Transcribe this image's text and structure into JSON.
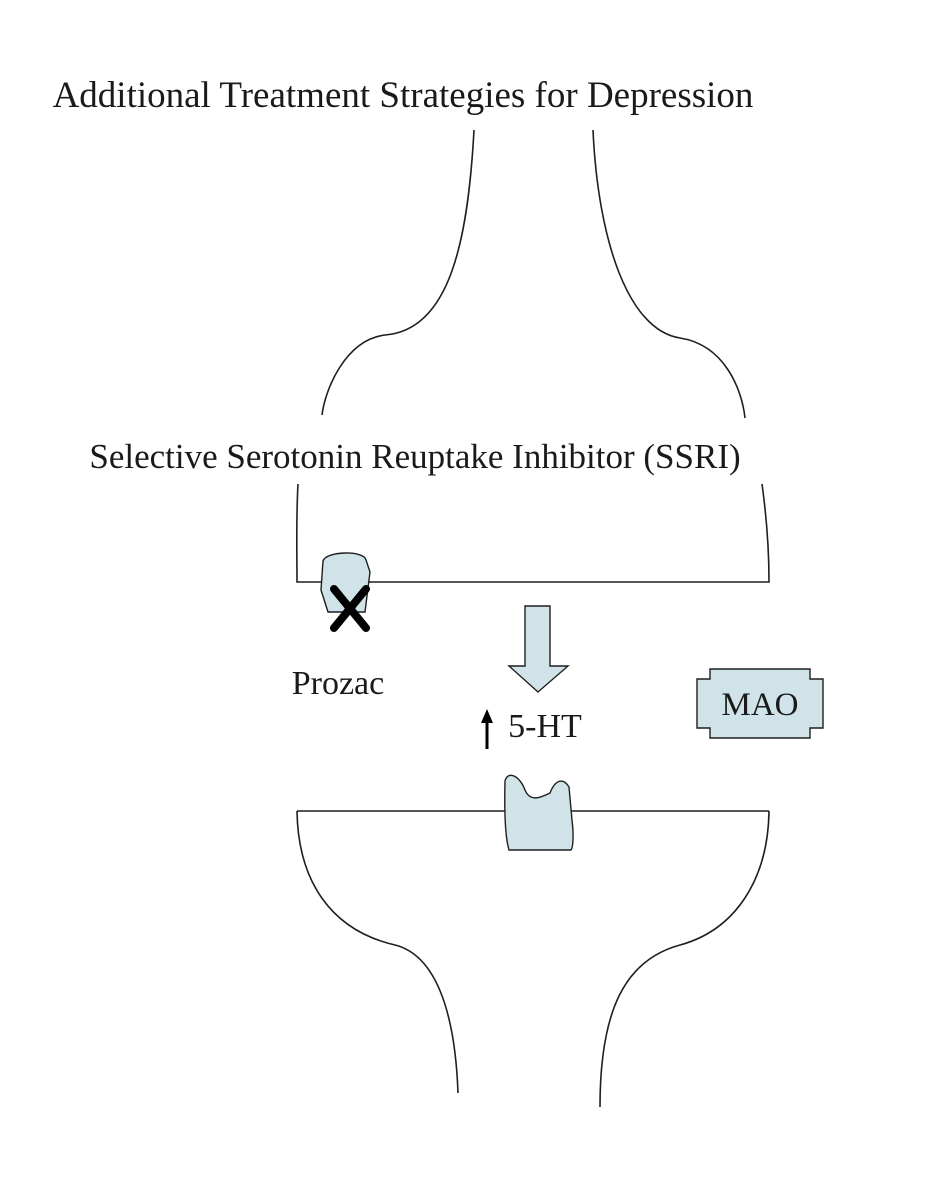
{
  "title": "Additional Treatment Strategies for Depression",
  "subtitle": "Selective Serotonin Reuptake Inhibitor (SSRI)",
  "labels": {
    "prozac": "Prozac",
    "serotonin": "5-HT",
    "mao": "MAO"
  },
  "colors": {
    "fill": "#cfe3e8",
    "stroke": "#1f1f1f",
    "x_mark": "#000000"
  },
  "icons": {
    "blocked_marker": "x-mark-icon",
    "release_arrow": "down-arrow-icon",
    "increase_indicator": "up-arrow-icon"
  }
}
